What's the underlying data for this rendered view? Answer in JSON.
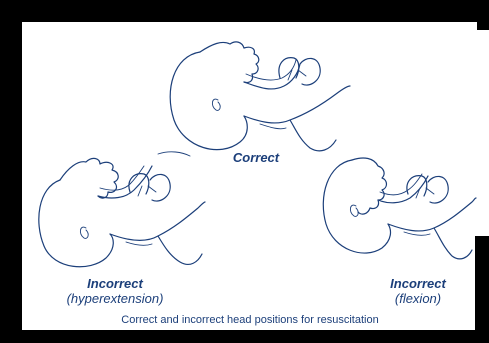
{
  "labels": {
    "correct": "Correct",
    "incorrect_hyper": "Incorrect",
    "incorrect_hyper_sub": "(hyperextension)",
    "incorrect_flex": "Incorrect",
    "incorrect_flex_sub": "(flexion)"
  },
  "caption": "Correct and incorrect head positions for resuscitation",
  "colors": {
    "line": "#1c3f7a",
    "frame": "#000000",
    "background": "#ffffff"
  }
}
